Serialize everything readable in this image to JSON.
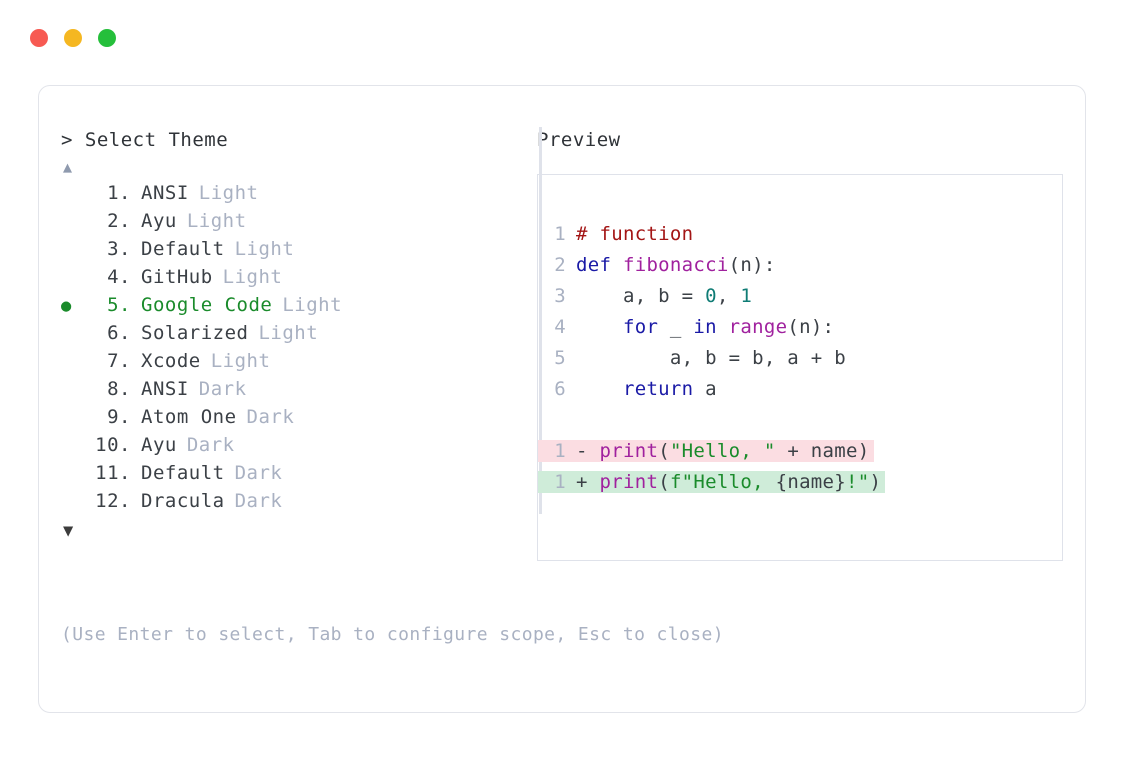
{
  "window": {
    "controls": [
      {
        "name": "close",
        "color": "#f75a52"
      },
      {
        "name": "minimize",
        "color": "#f5b721"
      },
      {
        "name": "maximize",
        "color": "#25bf3b"
      }
    ]
  },
  "picker": {
    "prompt": "> Select Theme",
    "scroll_up_glyph": "▲",
    "scroll_down_glyph": "▼",
    "selected_index": 5,
    "selected_bullet": "●",
    "accent_color": "#1a8b2b",
    "muted_color": "#a9b1c2",
    "items": [
      {
        "num": "1.",
        "name": "ANSI",
        "variant": "Light",
        "selected": false
      },
      {
        "num": "2.",
        "name": "Ayu",
        "variant": "Light",
        "selected": false
      },
      {
        "num": "3.",
        "name": "Default",
        "variant": "Light",
        "selected": false
      },
      {
        "num": "4.",
        "name": "GitHub",
        "variant": "Light",
        "selected": false
      },
      {
        "num": "5.",
        "name": "Google Code",
        "variant": "Light",
        "selected": true
      },
      {
        "num": "6.",
        "name": "Solarized",
        "variant": "Light",
        "selected": false
      },
      {
        "num": "7.",
        "name": "Xcode",
        "variant": "Light",
        "selected": false
      },
      {
        "num": "8.",
        "name": "ANSI",
        "variant": "Dark",
        "selected": false
      },
      {
        "num": "9.",
        "name": "Atom One",
        "variant": "Dark",
        "selected": false
      },
      {
        "num": "10.",
        "name": "Ayu",
        "variant": "Dark",
        "selected": false
      },
      {
        "num": "11.",
        "name": "Default",
        "variant": "Dark",
        "selected": false
      },
      {
        "num": "12.",
        "name": "Dracula",
        "variant": "Dark",
        "selected": false
      }
    ],
    "hint": "(Use Enter to select, Tab to configure scope, Esc to close)"
  },
  "preview": {
    "label": "Preview",
    "code_lines": [
      {
        "num": "1",
        "tokens": [
          {
            "text": "# function",
            "cls": "t-comment"
          }
        ]
      },
      {
        "num": "2",
        "tokens": [
          {
            "text": "def ",
            "cls": "t-keyword"
          },
          {
            "text": "fibonacci",
            "cls": "t-func"
          },
          {
            "text": "(n):",
            "cls": "t-punct"
          }
        ]
      },
      {
        "num": "3",
        "tokens": [
          {
            "text": "    a, b = ",
            "cls": "t-plain"
          },
          {
            "text": "0",
            "cls": "t-number"
          },
          {
            "text": ", ",
            "cls": "t-plain"
          },
          {
            "text": "1",
            "cls": "t-number"
          }
        ]
      },
      {
        "num": "4",
        "tokens": [
          {
            "text": "    ",
            "cls": "t-plain"
          },
          {
            "text": "for",
            "cls": "t-keyword"
          },
          {
            "text": " _ ",
            "cls": "t-plain"
          },
          {
            "text": "in",
            "cls": "t-keyword"
          },
          {
            "text": " ",
            "cls": "t-plain"
          },
          {
            "text": "range",
            "cls": "t-func"
          },
          {
            "text": "(n):",
            "cls": "t-punct"
          }
        ]
      },
      {
        "num": "5",
        "tokens": [
          {
            "text": "        a, b = b, a + b",
            "cls": "t-plain"
          }
        ]
      },
      {
        "num": "6",
        "tokens": [
          {
            "text": "    ",
            "cls": "t-plain"
          },
          {
            "text": "return",
            "cls": "t-keyword"
          },
          {
            "text": " a",
            "cls": "t-plain"
          }
        ]
      }
    ],
    "diff_lines": [
      {
        "num": "1",
        "kind": "deletion",
        "tokens": [
          {
            "text": "- ",
            "cls": "t-sign"
          },
          {
            "text": "print",
            "cls": "t-func"
          },
          {
            "text": "(",
            "cls": "t-punct"
          },
          {
            "text": "\"Hello, \"",
            "cls": "t-string"
          },
          {
            "text": " + name)",
            "cls": "t-plain"
          }
        ]
      },
      {
        "num": "1",
        "kind": "addition",
        "tokens": [
          {
            "text": "+ ",
            "cls": "t-sign"
          },
          {
            "text": "print",
            "cls": "t-func"
          },
          {
            "text": "(",
            "cls": "t-punct"
          },
          {
            "text": "f\"Hello, ",
            "cls": "t-string"
          },
          {
            "text": "{name}",
            "cls": "t-plain"
          },
          {
            "text": "!\"",
            "cls": "t-string"
          },
          {
            "text": ")",
            "cls": "t-punct"
          }
        ]
      }
    ],
    "diff_colors": {
      "deletion_bg": "#fbdde2",
      "addition_bg": "#cfecd9"
    }
  }
}
